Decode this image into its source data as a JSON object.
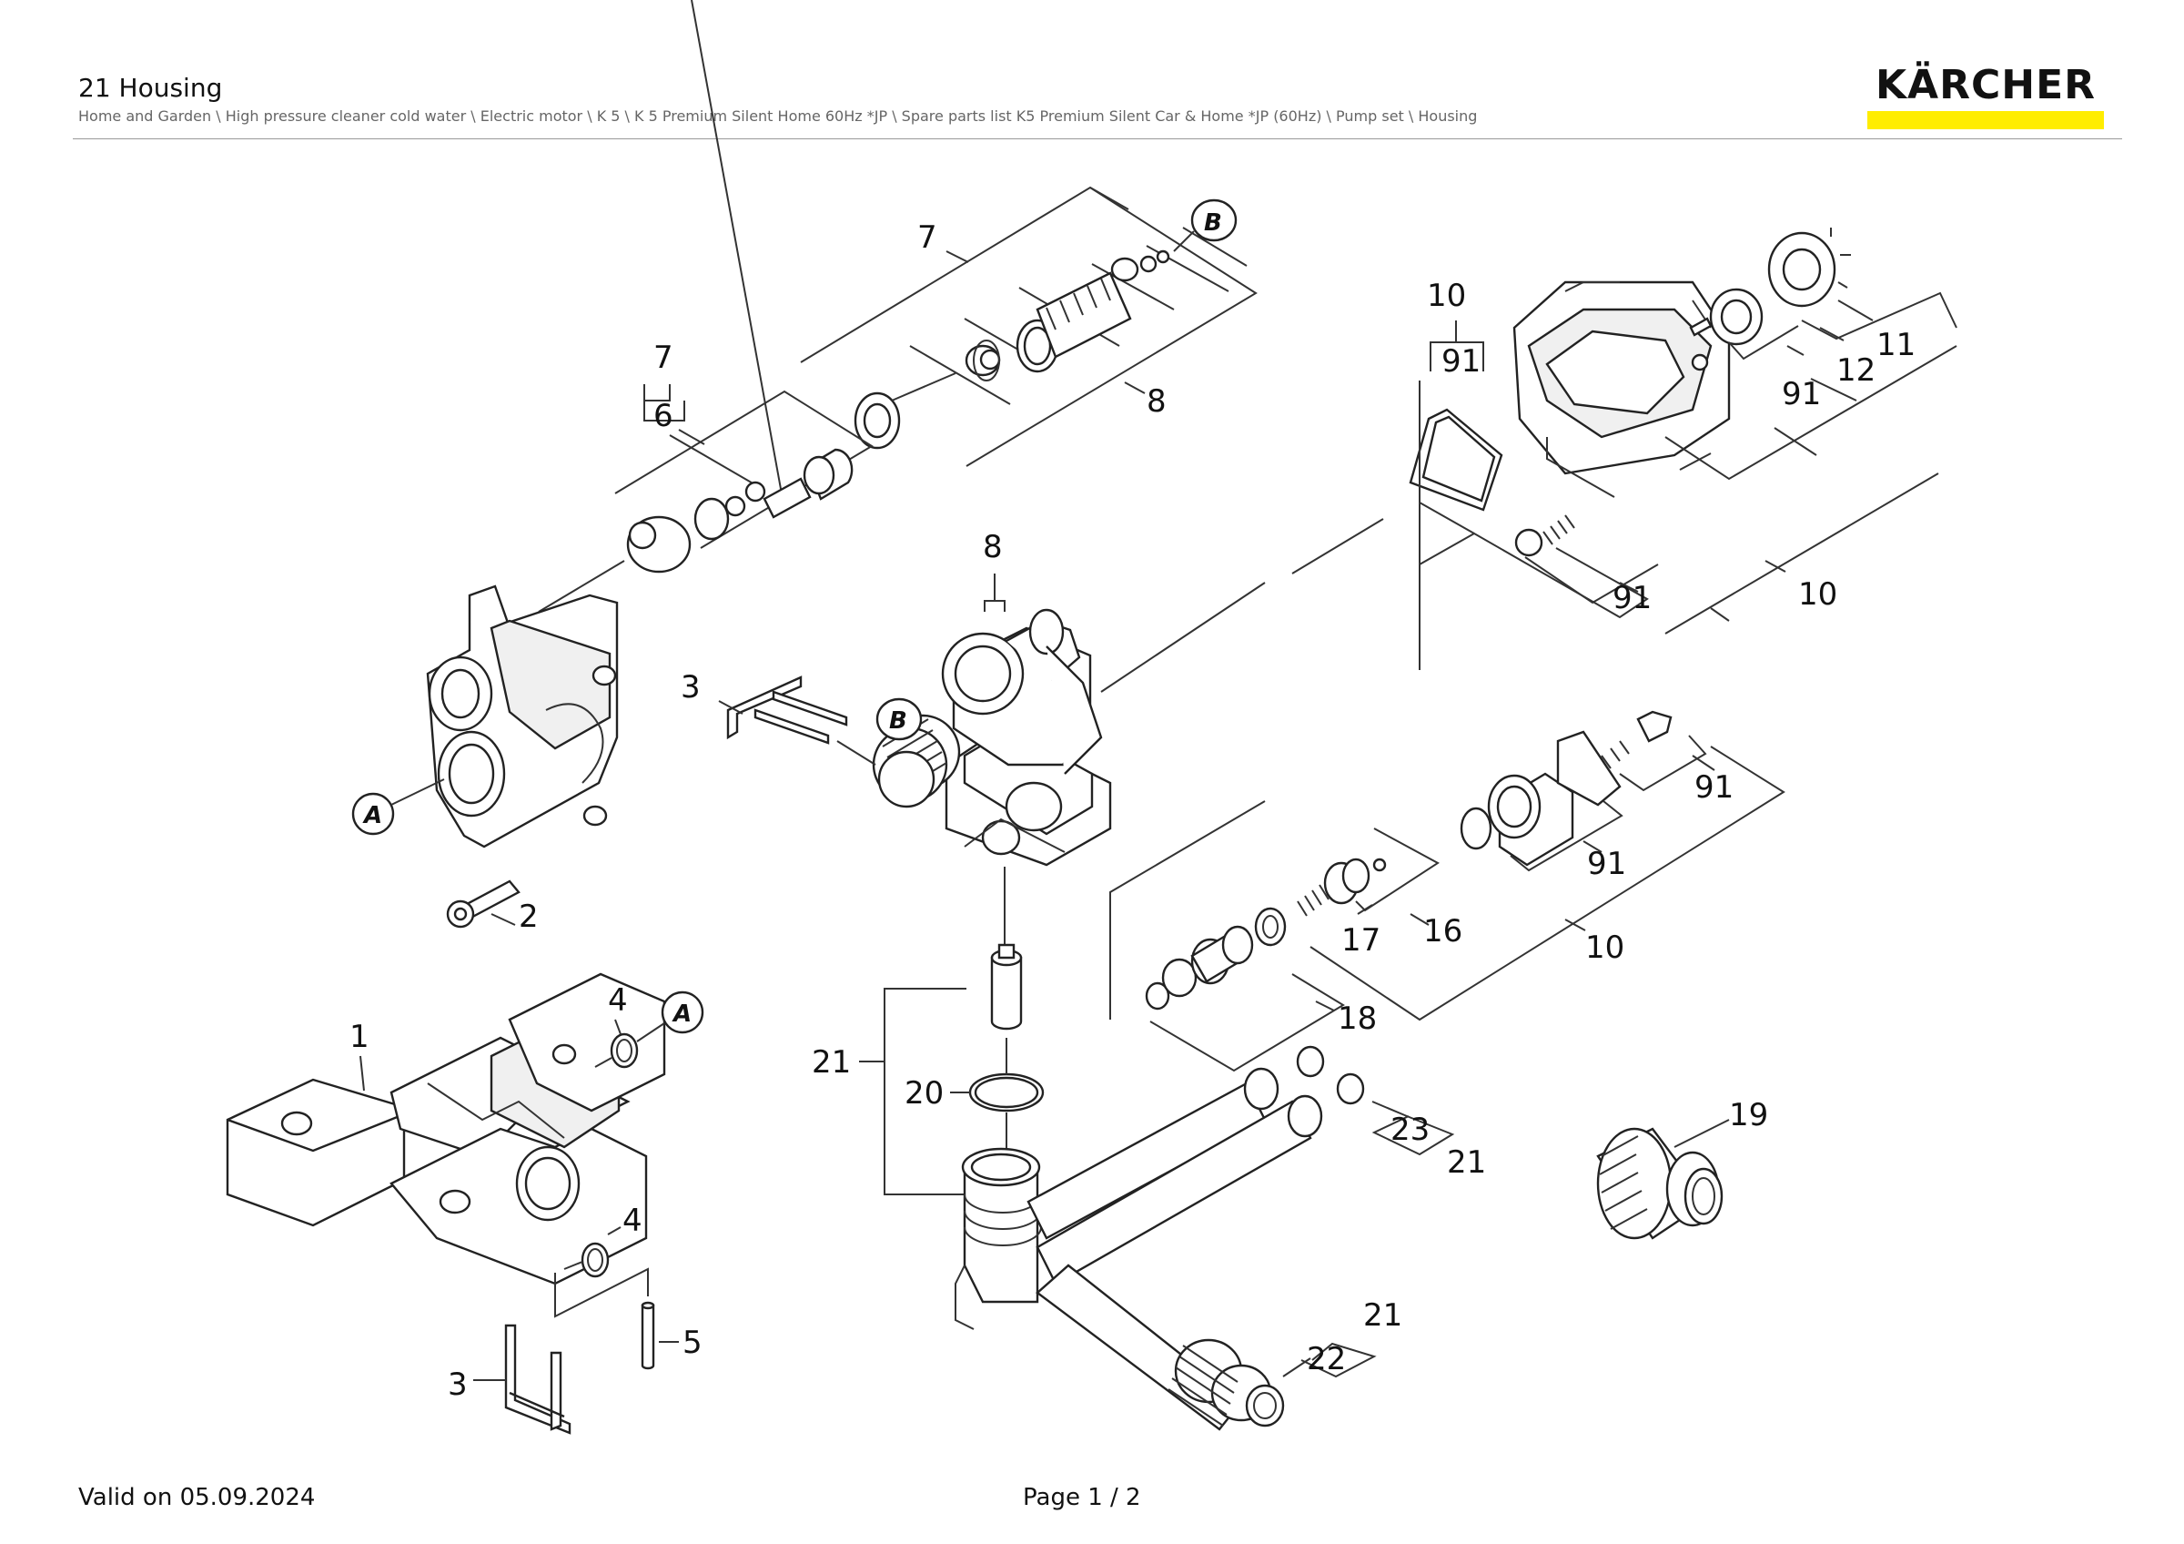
{
  "header": {
    "title": "21 Housing",
    "breadcrumb": "Home and Garden \\ High pressure cleaner cold water \\ Electric motor \\ K 5 \\ K 5 Premium Silent Home 60Hz *JP \\ Spare parts list K5 Premium Silent Car & Home *JP (60Hz) \\ Pump set \\ Housing"
  },
  "logo": {
    "text": "KÄRCHER",
    "bar_color": "#ffed00"
  },
  "footer": {
    "valid": "Valid on 05.09.2024",
    "page": "Page 1 / 2"
  },
  "callouts": {
    "c1": "1",
    "c2": "2",
    "c3a": "3",
    "c3b": "3",
    "c4a": "4",
    "c4b": "4",
    "c5": "5",
    "c6": "6",
    "c7a": "7",
    "c7b": "7",
    "c8a": "8",
    "c8b": "8",
    "c10a": "10",
    "c10b": "10",
    "c10c": "10",
    "c11": "11",
    "c12": "12",
    "c16": "16",
    "c17": "17",
    "c18": "18",
    "c19": "19",
    "c20": "20",
    "c21a": "21",
    "c21b": "21",
    "c21c": "21",
    "c22": "22",
    "c23": "23",
    "c91a": "91",
    "c91b": "91",
    "c91c": "91",
    "c91d": "91",
    "c91e": "91"
  },
  "badges": {
    "a1": "A",
    "a2": "A",
    "b1": "B",
    "b2": "B"
  }
}
